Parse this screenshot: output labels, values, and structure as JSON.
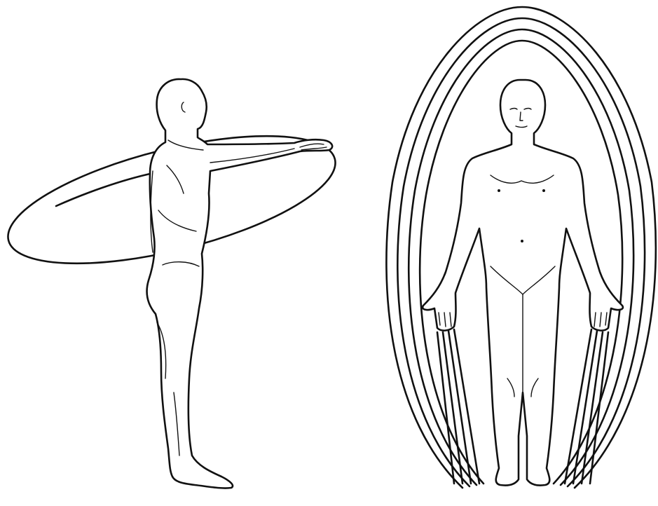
{
  "figures": [
    {
      "id": "left",
      "subject": "man-side-view-arms-extended",
      "field_rings": 1
    },
    {
      "id": "right",
      "subject": "man-front-view-arms-down",
      "field_rings": 5
    }
  ],
  "colors": {
    "line": "#111111",
    "background": "#ffffff"
  }
}
